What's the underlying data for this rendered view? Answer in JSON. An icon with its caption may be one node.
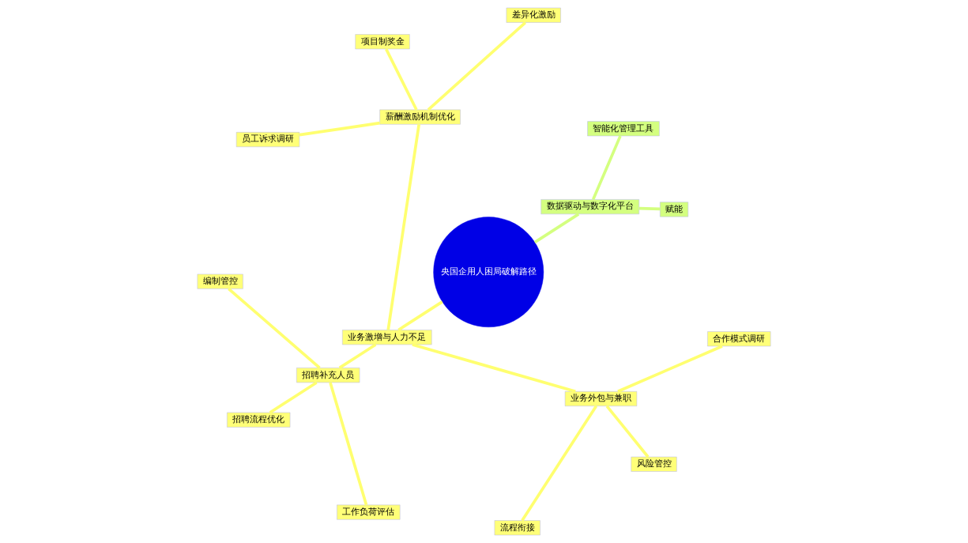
{
  "diagram": {
    "nodes": [
      {
        "text": [
          "央国企用人困局破解路径"
        ]
      },
      {
        "text": [
          "数据驱动与数字化平台"
        ]
      },
      {
        "text": [
          "赋能"
        ]
      },
      {
        "text": [
          "智能化管理工具"
        ]
      },
      {
        "text": [
          "业务激增与人力不足"
        ]
      },
      {
        "text": [
          "薪酬激励机制优化"
        ]
      },
      {
        "text": [
          "差异化激励"
        ]
      },
      {
        "text": [
          "项目制奖金"
        ]
      },
      {
        "text": [
          "员工诉求调研"
        ]
      },
      {
        "text": [
          "招聘补充人员"
        ]
      },
      {
        "text": [
          "编制管控"
        ]
      },
      {
        "text": [
          "招聘流程优化"
        ]
      },
      {
        "text": [
          "工作负荷评估"
        ]
      },
      {
        "text": [
          "业务外包与兼职"
        ]
      },
      {
        "text": [
          "流程衔接"
        ]
      },
      {
        "text": [
          "风险管控"
        ]
      },
      {
        "text": [
          "合作模式调研"
        ]
      }
    ],
    "edges": [
      {
        "from": 0,
        "to": 1,
        "arrow": "none",
        "color": "#d4ff80"
      },
      {
        "from": 1,
        "to": 2,
        "arrow": "none",
        "color": "#d4ff80"
      },
      {
        "from": 1,
        "to": 3,
        "arrow": "none",
        "color": "#d4ff80"
      },
      {
        "from": 0,
        "to": 4,
        "arrow": "none"
      },
      {
        "from": 4,
        "to": 5,
        "arrow": "none"
      },
      {
        "from": 5,
        "to": 6,
        "arrow": "none"
      },
      {
        "from": 5,
        "to": 7,
        "arrow": "none"
      },
      {
        "from": 5,
        "to": 8,
        "arrow": "none"
      },
      {
        "from": 4,
        "to": 9,
        "arrow": "none"
      },
      {
        "from": 9,
        "to": 10,
        "arrow": "none"
      },
      {
        "from": 9,
        "to": 11,
        "arrow": "none"
      },
      {
        "from": 9,
        "to": 12,
        "arrow": "none"
      },
      {
        "from": 4,
        "to": 13,
        "arrow": "none"
      },
      {
        "from": 13,
        "to": 14,
        "arrow": "none"
      },
      {
        "from": 13,
        "to": 15,
        "arrow": "none"
      },
      {
        "from": 13,
        "to": 16,
        "arrow": "none"
      }
    ]
  }
}
